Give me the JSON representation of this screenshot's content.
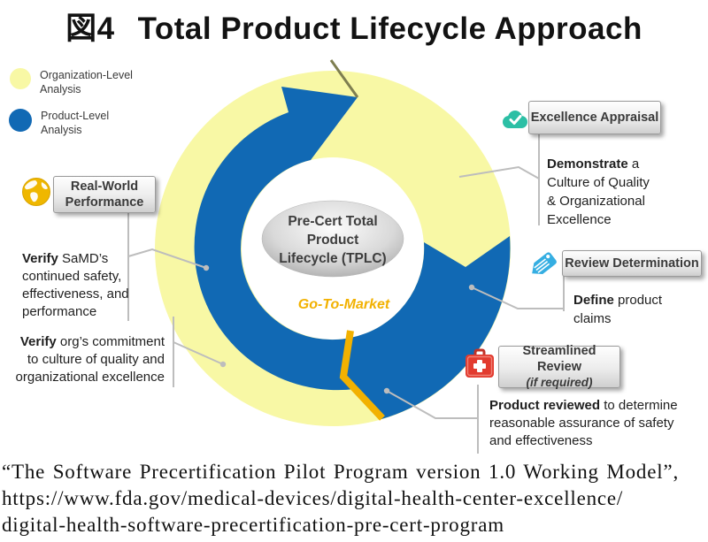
{
  "title": {
    "figure_label": "図4",
    "text": "Total Product Lifecycle Approach"
  },
  "legend": {
    "organization": {
      "line1": "Organization-Level",
      "line2": "Analysis",
      "color": "#F8F8A5"
    },
    "product": {
      "line1": "Product-Level",
      "line2": "Analysis",
      "color": "#1169B4"
    }
  },
  "center": {
    "line1": "Pre-Cert Total",
    "line2": "Product",
    "line3": "Lifecycle (TPLC)"
  },
  "go_to_market": "Go-To-Market",
  "stages": {
    "excellence_appraisal": {
      "box_label": "Excellence Appraisal",
      "desc": {
        "bold": "Demonstrate",
        "rest": " a",
        "lines": [
          "Culture of Quality",
          "& Organizational",
          "Excellence"
        ]
      }
    },
    "review_determination": {
      "box_label": "Review Determination",
      "desc": {
        "bold": "Define",
        "rest": " product",
        "lines": [
          "claims"
        ]
      }
    },
    "streamlined_review": {
      "box_label_line1": "Streamlined Review",
      "box_label_line2": "(if required)",
      "desc": {
        "bold": "Product reviewed",
        "rest": " to determine",
        "lines": [
          "reasonable assurance of safety",
          "and effectiveness"
        ]
      }
    },
    "real_world_performance": {
      "box_label_line1": "Real-World",
      "box_label_line2": "Performance",
      "desc1": {
        "bold": "Verify",
        "rest": " SaMD’s",
        "lines": [
          "continued safety,",
          "effectiveness, and",
          "performance"
        ]
      },
      "desc2": {
        "bold": "Verify",
        "rest": " org’s commitment",
        "lines": [
          "to culture of quality and",
          "organizational excellence"
        ]
      }
    }
  },
  "citation": {
    "line1": "“The Software Precertification Pilot Program version 1.0 Working Model”,",
    "line2": "https://www.fda.gov/medical-devices/digital-health-center-excellence/",
    "line3": "digital-health-software-precertification-pre-cert-program"
  },
  "colors": {
    "organization_yellow": "#F8F8A5",
    "product_blue": "#1169B4",
    "go_to_market_gold": "#F2B100",
    "cycle_start_olive": "#7E7E50",
    "excellence_teal": "#2CBFA5",
    "review_tag_cyan": "#35AEE2",
    "streamlined_red": "#E23B2F",
    "real_world_amber": "#EFB700",
    "leader_gray": "#BDBDBD"
  }
}
